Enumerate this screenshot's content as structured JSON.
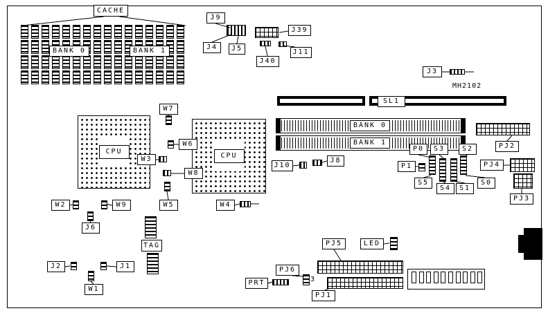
{
  "labels": {
    "cache": "CACHE",
    "cache_bank0": "BANK 0",
    "cache_bank1": "BANK 1",
    "cpu_left": "CPU",
    "cpu_right": "CPU",
    "mem_bank0": "BANK 0",
    "mem_bank1": "BANK 1",
    "sl1": "SL1",
    "part_number": "MH2102",
    "j1": "J1",
    "j2": "J2",
    "j3": "J3",
    "j4": "J4",
    "j5": "J5",
    "j6": "J6",
    "j8": "J8",
    "j9": "J9",
    "j10": "J10",
    "j11": "J11",
    "j39": "J39",
    "j40": "J40",
    "w1": "W1",
    "w2": "W2",
    "w3": "W3",
    "w4": "W4",
    "w5": "W5",
    "w6": "W6",
    "w7": "W7",
    "w8": "W8",
    "w9": "W9",
    "tag": "TAG",
    "prt": "PRT",
    "led": "LED",
    "pj1": "PJ1",
    "pj2": "PJ2",
    "pj3": "PJ3",
    "pj4": "PJ4",
    "pj5": "PJ5",
    "pj6": "PJ6",
    "p0": "P0",
    "p1": "P1",
    "s0": "S0",
    "s1": "S1",
    "s2": "S2",
    "s3": "S3",
    "s4": "S4",
    "s5": "S5",
    "pin3": "3"
  }
}
